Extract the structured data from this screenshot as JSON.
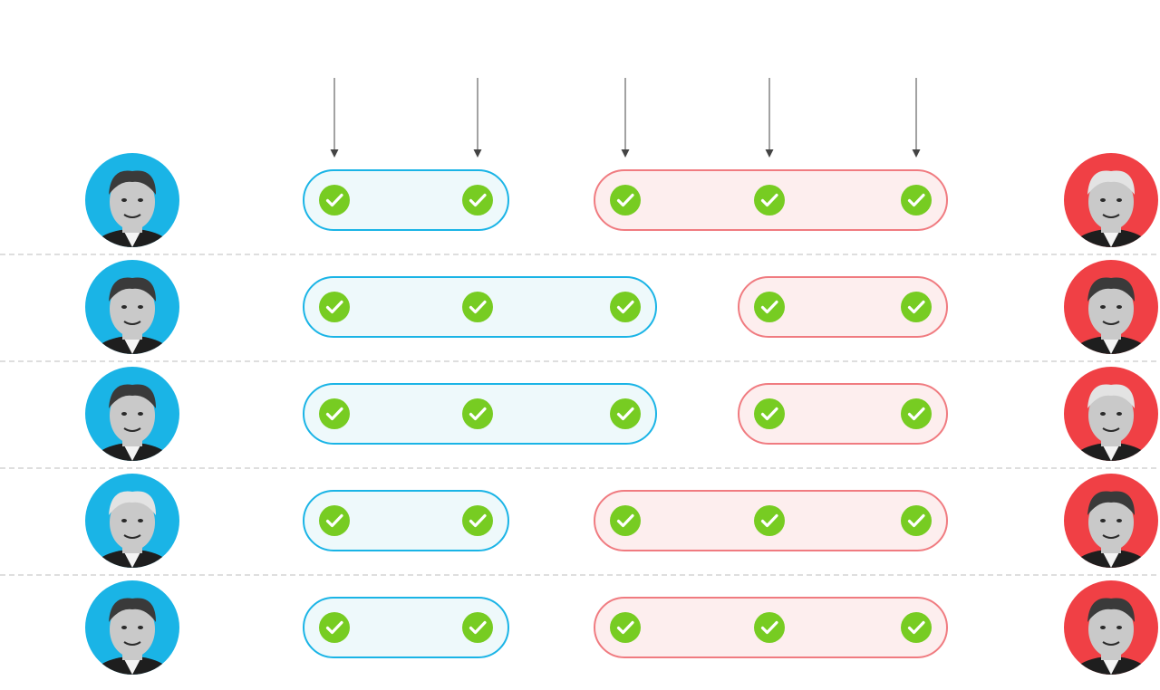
{
  "chart_data": {
    "type": "table",
    "title": "",
    "column_count": 5,
    "rows": [
      {
        "democrat": {
          "avatar": "hillary-clinton-portrait",
          "color": "#1ab4e6"
        },
        "republican": {
          "avatar": "donald-trump-portrait",
          "color": "#f04045"
        },
        "winners": [
          "democrat",
          "democrat",
          "republican",
          "republican",
          "republican"
        ]
      },
      {
        "democrat": {
          "avatar": "barack-obama-portrait",
          "color": "#1ab4e6"
        },
        "republican": {
          "avatar": "mitt-romney-portrait",
          "color": "#f04045"
        },
        "winners": [
          "democrat",
          "democrat",
          "democrat",
          "republican",
          "republican"
        ]
      },
      {
        "democrat": {
          "avatar": "barack-obama-portrait",
          "color": "#1ab4e6"
        },
        "republican": {
          "avatar": "john-mccain-portrait",
          "color": "#f04045"
        },
        "winners": [
          "democrat",
          "democrat",
          "democrat",
          "republican",
          "republican"
        ]
      },
      {
        "democrat": {
          "avatar": "john-kerry-portrait",
          "color": "#1ab4e6"
        },
        "republican": {
          "avatar": "george-w-bush-portrait",
          "color": "#f04045"
        },
        "winners": [
          "democrat",
          "democrat",
          "republican",
          "republican",
          "republican"
        ]
      },
      {
        "democrat": {
          "avatar": "al-gore-portrait",
          "color": "#1ab4e6"
        },
        "republican": {
          "avatar": "george-w-bush-portrait",
          "color": "#f04045"
        },
        "winners": [
          "democrat",
          "democrat",
          "republican",
          "republican",
          "republican"
        ]
      }
    ],
    "colors": {
      "democrat": "#1ab4e6",
      "republican": "#f04045",
      "check": "#77cc22",
      "democrat_fill": "#eef9fb",
      "republican_fill": "#fdeeee",
      "republican_border": "#f07b80"
    },
    "icons": {
      "check": "check-circle-icon",
      "column_marker": "down-arrow-icon"
    }
  }
}
